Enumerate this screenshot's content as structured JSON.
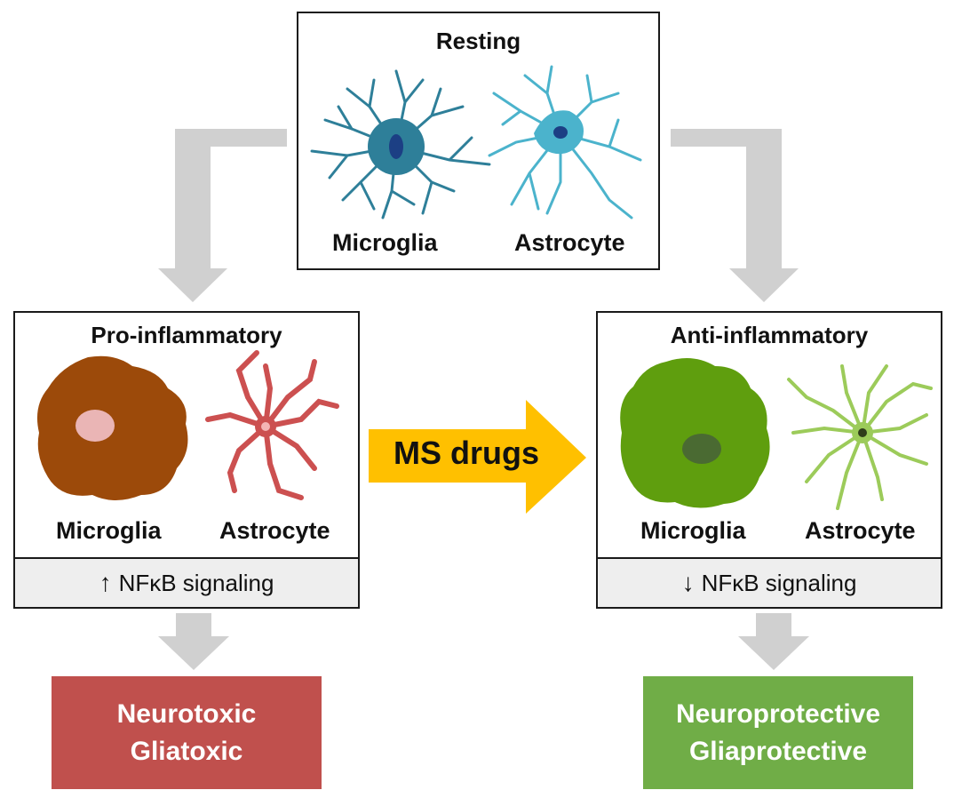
{
  "resting": {
    "title": "Resting",
    "microglia_label": "Microglia",
    "astrocyte_label": "Astrocyte"
  },
  "pro": {
    "title": "Pro-inflammatory",
    "microglia_label": "Microglia",
    "astrocyte_label": "Astrocyte",
    "signal_arrow": "↑",
    "signal_text": "NFκB signaling"
  },
  "anti": {
    "title": "Anti-inflammatory",
    "microglia_label": "Microglia",
    "astrocyte_label": "Astrocyte",
    "signal_arrow": "↓",
    "signal_text": "NFκB signaling"
  },
  "center_arrow": {
    "label": "MS drugs",
    "color": "#ffc000"
  },
  "outcomes": {
    "left": {
      "line1": "Neurotoxic",
      "line2": "Gliatoxic",
      "color": "#c0504d"
    },
    "right": {
      "line1": "Neuroprotective",
      "line2": "Gliaprotective",
      "color": "#70ad47"
    }
  },
  "colors": {
    "connector_arrow": "#d0d0d0",
    "resting_microglia": "#2e7f99",
    "resting_astrocyte": "#4bb3cc",
    "pro_microglia": "#9c4a0a",
    "pro_astrocyte": "#cc5050",
    "anti_microglia": "#5f9e0e",
    "anti_astrocyte": "#9ccb5a"
  },
  "icons": [
    "resting-microglia-icon",
    "resting-astrocyte-icon",
    "pro-microglia-icon",
    "pro-astrocyte-icon",
    "anti-microglia-icon",
    "anti-astrocyte-icon"
  ]
}
